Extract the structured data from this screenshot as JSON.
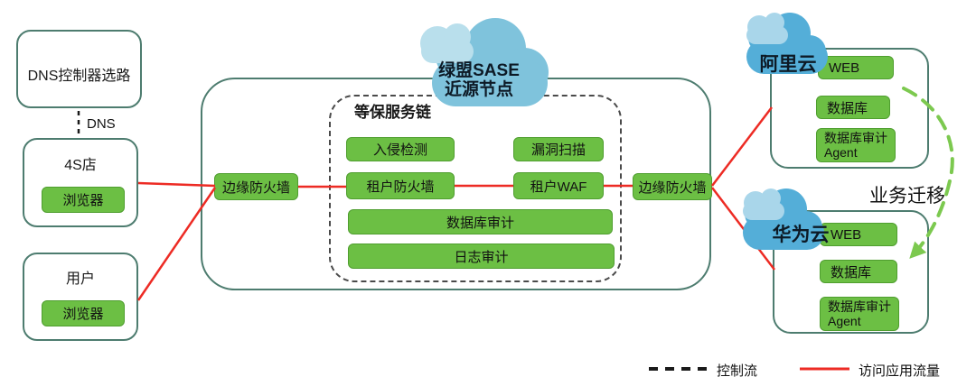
{
  "diagram": {
    "dns_router_label": "DNS控制器选路",
    "dns_link_label": "DNS",
    "store": {
      "title": "4S店",
      "browser_label": "浏览器"
    },
    "user": {
      "title": "用户",
      "browser_label": "浏览器"
    },
    "sase_cloud": {
      "line1": "绿盟SASE",
      "line2": "近源节点"
    },
    "edge_firewall_left_label": "边缘防火墙",
    "edge_firewall_right_label": "边缘防火墙",
    "service_chain": {
      "title": "等保服务链",
      "intrusion_detection": "入侵检测",
      "vuln_scan": "漏洞扫描",
      "tenant_firewall": "租户防火墙",
      "tenant_waf": "租户WAF",
      "db_audit": "数据库审计",
      "log_audit": "日志审计"
    },
    "aliyun": {
      "cloud_label": "阿里云",
      "web_label": "WEB",
      "db_label": "数据库",
      "db_agent_label": "数据库审计Agent"
    },
    "huawei": {
      "cloud_label": "华为云",
      "web_label": "WEB",
      "db_label": "数据库",
      "db_agent_label": "数据库审计Agent"
    },
    "migration_label": "业务迁移",
    "legend": {
      "control_flow_label": "控制流",
      "app_traffic_label": "访问应用流量"
    },
    "colors": {
      "node_green": "#6cbf44",
      "node_green_border": "#4f9e2f",
      "traffic_red": "#ed2b24",
      "box_border_teal": "#4d7c6f",
      "cloud_blue": "#54aed8",
      "cloud_blue_light": "#a9d6ea",
      "sase_cloud_blue": "#7fc3dc",
      "sase_cloud_light": "#b9dfec",
      "migration_green": "#7cc94f"
    }
  }
}
